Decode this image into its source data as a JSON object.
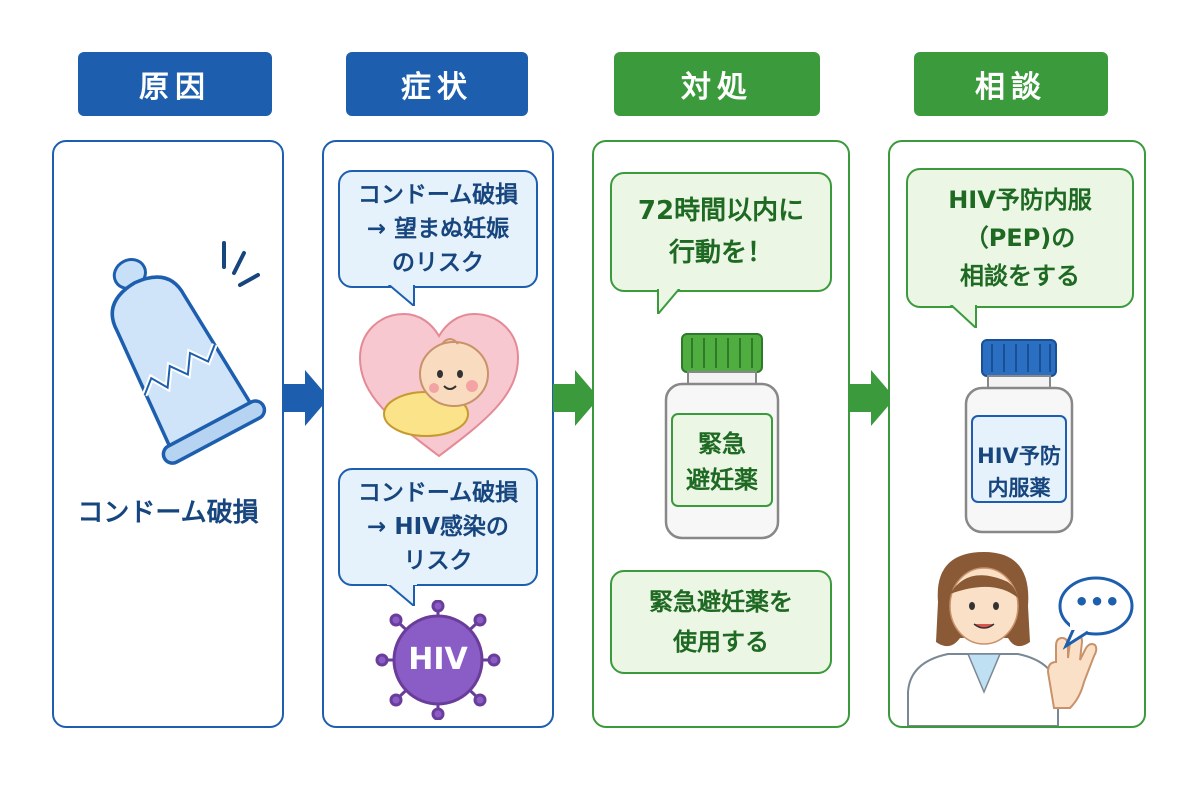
{
  "columns": [
    {
      "header": "原因",
      "label": "コンドーム破損"
    },
    {
      "header": "症状",
      "bubble1": [
        "コンドーム破損",
        "→ 望まぬ妊娠",
        "のリスク"
      ],
      "bubble2": [
        "コンドーム破損",
        "→ HIV感染の",
        "リスク"
      ],
      "virus_text": "HIV"
    },
    {
      "header": "対処",
      "bubble": [
        "72時間以内に",
        "行動を！"
      ],
      "bottle": [
        "緊急",
        "避妊薬"
      ],
      "action": [
        "緊急避妊薬を",
        "使用する"
      ]
    },
    {
      "header": "相談",
      "bubble": [
        "HIV予防内服",
        "（PEP)の",
        "相談をする"
      ],
      "bottle": [
        "HIV予防",
        "内服薬"
      ],
      "speech": "•••"
    }
  ],
  "colors": {
    "blue": "#1d5fae",
    "green": "#3b9a3b",
    "light_blue": "#e5f1fb",
    "light_green": "#ecf6e5"
  }
}
